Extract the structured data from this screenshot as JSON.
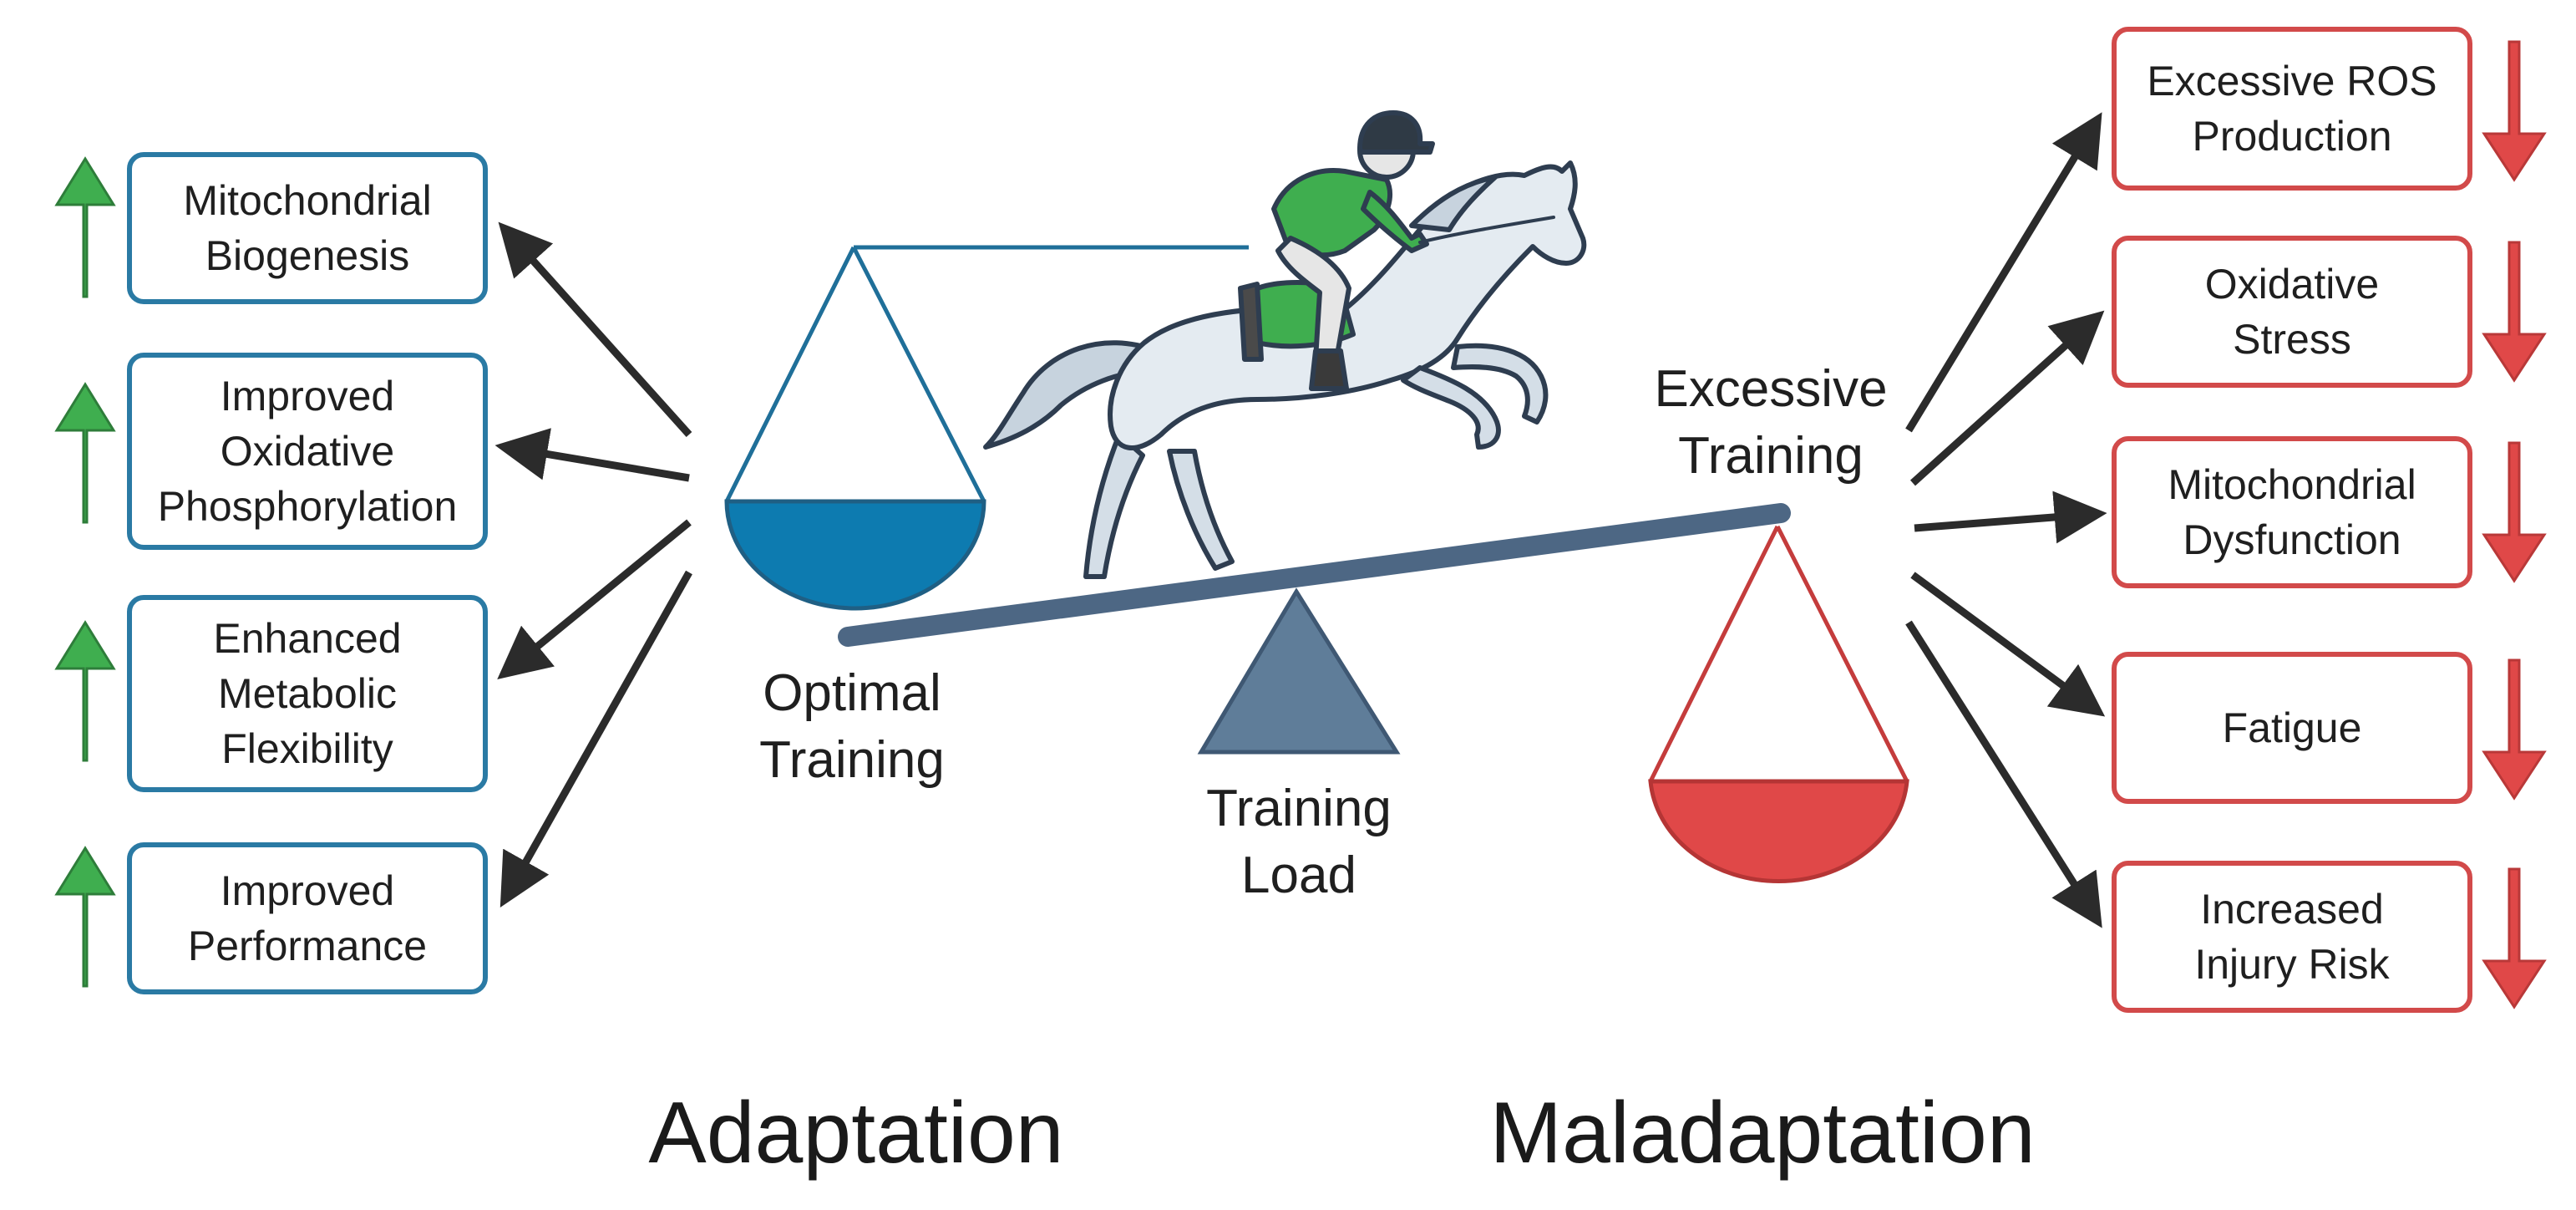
{
  "headings": {
    "left": "Adaptation",
    "right": "Maladaptation"
  },
  "labels": {
    "optimal_line1": "Optimal",
    "optimal_line2": "Training",
    "excessive_line1": "Excessive",
    "excessive_line2": "Training",
    "load_line1": "Training",
    "load_line2": "Load"
  },
  "adaptation": [
    {
      "line1": "Mitochondrial",
      "line2": "Biogenesis",
      "direction": "up"
    },
    {
      "line1": "Improved",
      "line2": "Oxidative",
      "line3": "Phosphorylation",
      "direction": "up"
    },
    {
      "line1": "Enhanced",
      "line2": "Metabolic",
      "line3": "Flexibility",
      "direction": "up"
    },
    {
      "line1": "Improved",
      "line2": "Performance",
      "direction": "up"
    }
  ],
  "maladaptation": [
    {
      "line1": "Excessive ROS",
      "line2": "Production",
      "direction": "down"
    },
    {
      "line1": "Oxidative",
      "line2": "Stress",
      "direction": "down"
    },
    {
      "line1": "Mitochondrial",
      "line2": "Dysfunction",
      "direction": "down"
    },
    {
      "line1": "Fatigue",
      "direction": "down"
    },
    {
      "line1": "Increased",
      "line2": "Injury Risk",
      "direction": "down"
    }
  ],
  "colors": {
    "adaptation_border": "#2a7aa4",
    "adaptation_fill": "#0d7bb0",
    "maladaptation_border": "#d24a4a",
    "maladaptation_fill": "#e04848",
    "up_arrow": "#3fae4f",
    "down_arrow": "#e04848",
    "beam": "#4d6784",
    "fulcrum": "#5f7d99",
    "rider_jersey": "#3fae4f",
    "horse": "#e4ebf1"
  },
  "icons": [
    "horse-rider-icon",
    "up-arrow-icon",
    "down-arrow-icon",
    "balance-scale-icon"
  ]
}
